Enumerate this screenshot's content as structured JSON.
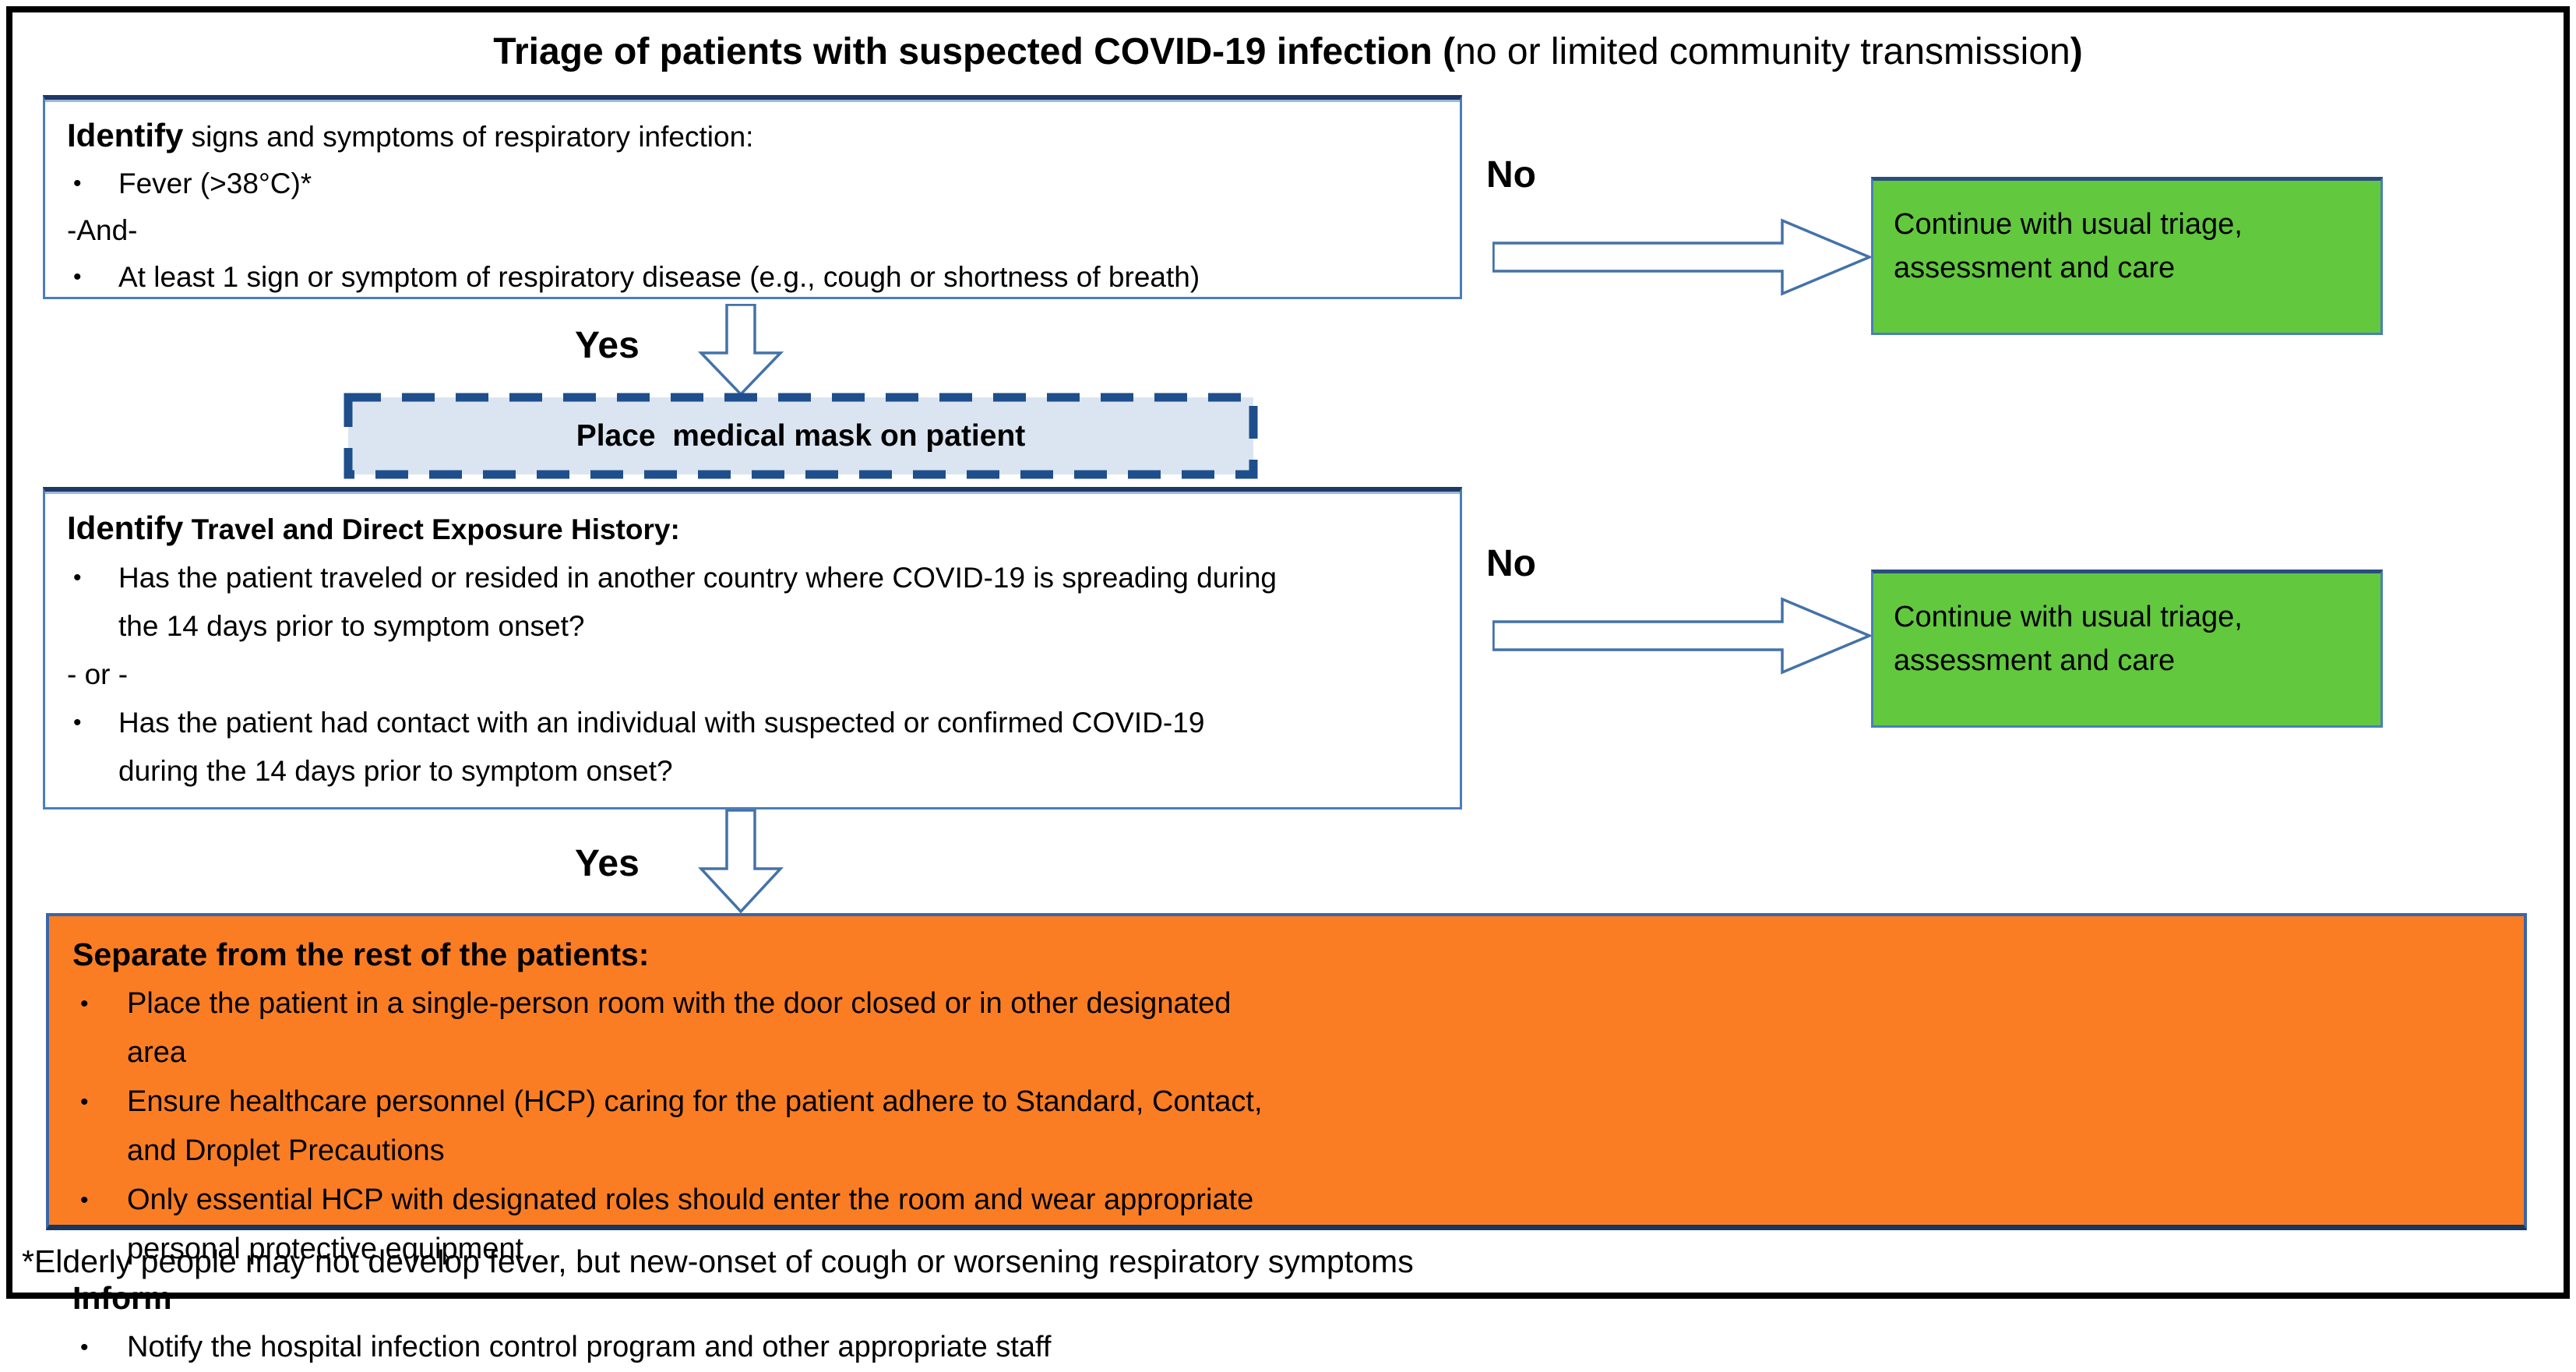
{
  "title": {
    "bold_prefix": "Triage of patients with suspected COVID-19 infection (",
    "normal": "no or limited community transmission",
    "bold_suffix": ")"
  },
  "colors": {
    "outcome_green": "#62C83E",
    "action_orange": "#FA7D24",
    "box_border_blue": "#4A7EBB",
    "box_border_top_navy": "#1F3864",
    "mask_fill_light_blue": "#DBE5F1",
    "mask_dashed_border": "#1F4E8C",
    "arrow_outline": "#4472A8"
  },
  "symptom_box": {
    "heading_bold": "Identify",
    "heading_rest": " signs and symptoms of respiratory infection:",
    "bullet1": "Fever (>38°C)*",
    "connector": "-And-",
    "bullet2": "At least 1 sign or symptom of respiratory disease (e.g., cough or shortness of breath)"
  },
  "row1": {
    "no_label": "No",
    "yes_label": "Yes",
    "outcome": "Continue with usual triage, assessment and care"
  },
  "mask_box": {
    "label": "Place  medical mask on patient"
  },
  "exposure_box": {
    "heading_bold": "Identify",
    "heading_rest": " Travel and Direct Exposure History:",
    "bullet1": "Has the patient traveled or resided in another country where COVID-19 is spreading during the 14 days prior to symptom onset?",
    "connector": "- or -",
    "bullet2": "Has the patient had contact with an individual with suspected or confirmed COVID-19 during the 14 days prior to symptom onset?"
  },
  "row2": {
    "no_label": "No",
    "yes_label": "Yes",
    "outcome": "Continue with usual triage, assessment and care"
  },
  "action_box": {
    "heading1": "Separate from the rest of the patients:",
    "bullets1": [
      "Place the patient in a single-person room with the door closed or in other designated area",
      "Ensure healthcare personnel (HCP) caring for the patient adhere to Standard, Contact, and Droplet Precautions",
      "Only essential HCP with designated roles should enter the room and wear appropriate personal protective equipment"
    ],
    "heading2": "Inform",
    "bullets2": [
      "Notify the hospital infection control program and other appropriate staff"
    ]
  },
  "footnote": "*Elderly people may not develop fever, but new-onset of cough or worsening respiratory symptoms"
}
